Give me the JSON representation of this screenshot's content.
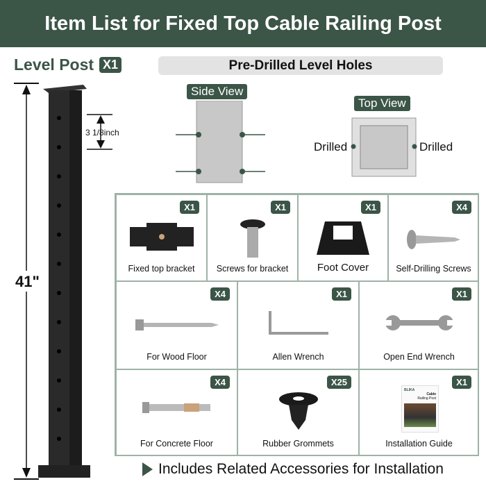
{
  "header": {
    "title": "Item List for Fixed Top Cable Railing Post"
  },
  "post": {
    "label": "Level Post",
    "qty": "X1",
    "height": "41\"",
    "spacing": "3 1/8inch"
  },
  "holes": {
    "title": "Pre-Drilled Level Holes",
    "side_view": "Side View",
    "top_view": "Top View",
    "drilled_left": "Drilled",
    "drilled_right": "Drilled"
  },
  "items": [
    {
      "label": "Fixed top bracket",
      "qty": "X1"
    },
    {
      "label": "Screws for bracket",
      "qty": "X1"
    },
    {
      "label": "Foot Cover",
      "qty": "X1"
    },
    {
      "label": "Self-Drilling Screws",
      "qty": "X4"
    },
    {
      "label": "For Wood Floor",
      "qty": "X4"
    },
    {
      "label": "Allen Wrench",
      "qty": "X1"
    },
    {
      "label": "Open End Wrench",
      "qty": "X1"
    },
    {
      "label": "For Concrete Floor",
      "qty": "X4"
    },
    {
      "label": "Rubber Grommets",
      "qty": "X25"
    },
    {
      "label": "Installation Guide",
      "qty": "X1"
    }
  ],
  "guide_cover": {
    "brand": "BLIKA",
    "title": "Cable",
    "subtitle": "Railing Post"
  },
  "footer": {
    "text": "Includes Related Accessories for Installation"
  },
  "colors": {
    "brand": "#3b5547",
    "border": "#9db3a6"
  }
}
